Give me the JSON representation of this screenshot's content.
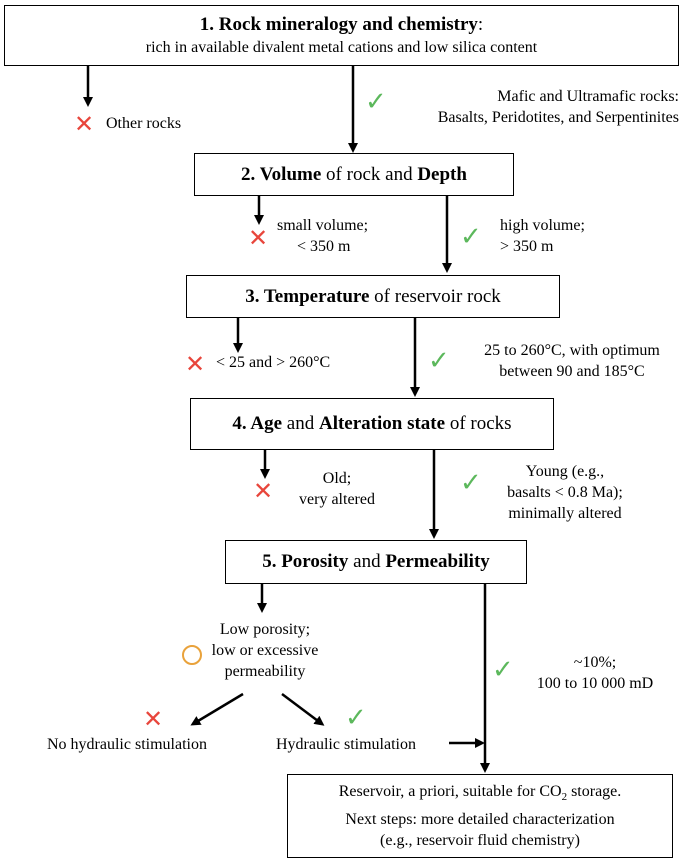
{
  "colors": {
    "check": "#5cb85c",
    "cross": "#e8463c",
    "circle": "#e9a23b"
  },
  "steps": {
    "s1": {
      "number": "1.",
      "bold": "Rock mineralogy and chemistry",
      "rest": ":",
      "sub": "rich in available divalent metal cations and low silica content"
    },
    "s2": {
      "number": "2.",
      "b1": "Volume",
      "t1": " of rock and ",
      "b2": "Depth"
    },
    "s3": {
      "number": "3.",
      "b1": "Temperature",
      "t1": " of reservoir rock"
    },
    "s4": {
      "number": "4.",
      "b1": "Age",
      "t1": " and ",
      "b2": "Alteration state",
      "t2": " of rocks"
    },
    "s5": {
      "number": "5.",
      "b1": "Porosity",
      "t1": " and ",
      "b2": "Permeability"
    }
  },
  "outcomes": {
    "s1_reject": "Other rocks",
    "s1_pass": [
      "Mafic and Ultramafic rocks:",
      "Basalts, Peridotites, and Serpentinites"
    ],
    "s2_reject": [
      "small volume;",
      "< 350 m"
    ],
    "s2_pass": [
      "high volume;",
      "> 350 m"
    ],
    "s3_reject": "< 25 and > 260°C",
    "s3_pass": [
      "25 to 260°C, with optimum",
      "between 90 and 185°C"
    ],
    "s4_reject": [
      "Old;",
      "very altered"
    ],
    "s4_pass": [
      "Young (e.g.,",
      "basalts < 0.8 Ma);",
      "minimally altered"
    ],
    "s5_mid": [
      "Low porosity;",
      "low or excessive",
      "permeability"
    ],
    "s5_pass": [
      "~10%;",
      "100 to 10 000 mD"
    ],
    "no_stim": "No hydraulic stimulation",
    "stim": "Hydraulic stimulation"
  },
  "final": {
    "line1_pre": "Reservoir, a priori, suitable for CO",
    "line1_sub": "2",
    "line1_post": " storage.",
    "line2": "Next steps: more detailed characterization",
    "line3": "(e.g., reservoir fluid chemistry)"
  }
}
